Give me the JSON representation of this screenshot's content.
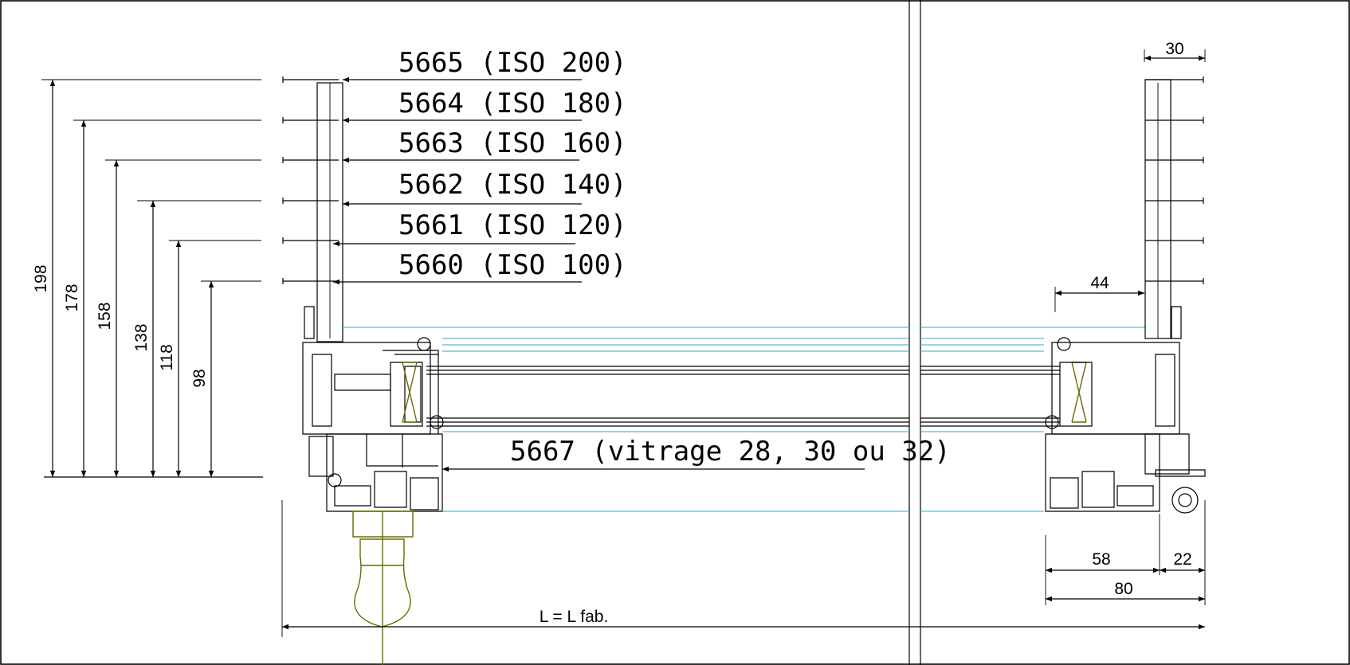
{
  "profiles": [
    {
      "label": "5665 (ISO 200)",
      "dim": "198"
    },
    {
      "label": "5664 (ISO 180)",
      "dim": "178"
    },
    {
      "label": "5663 (ISO 160)",
      "dim": "158"
    },
    {
      "label": "5662 (ISO 140)",
      "dim": "138"
    },
    {
      "label": "5661 (ISO 120)",
      "dim": "118"
    },
    {
      "label": "5660 (ISO 100)",
      "dim": "98"
    }
  ],
  "glazing_label": "5667 (vitrage 28, 30 ou 32)",
  "dims": {
    "top_right": "30",
    "inner_right": "44",
    "bottom_58": "58",
    "bottom_22": "22",
    "bottom_80": "80",
    "width": "L = L fab."
  },
  "colors": {
    "glass_lines": "#3aa6c8",
    "handle": "#6b6b00",
    "ink": "#000000"
  }
}
